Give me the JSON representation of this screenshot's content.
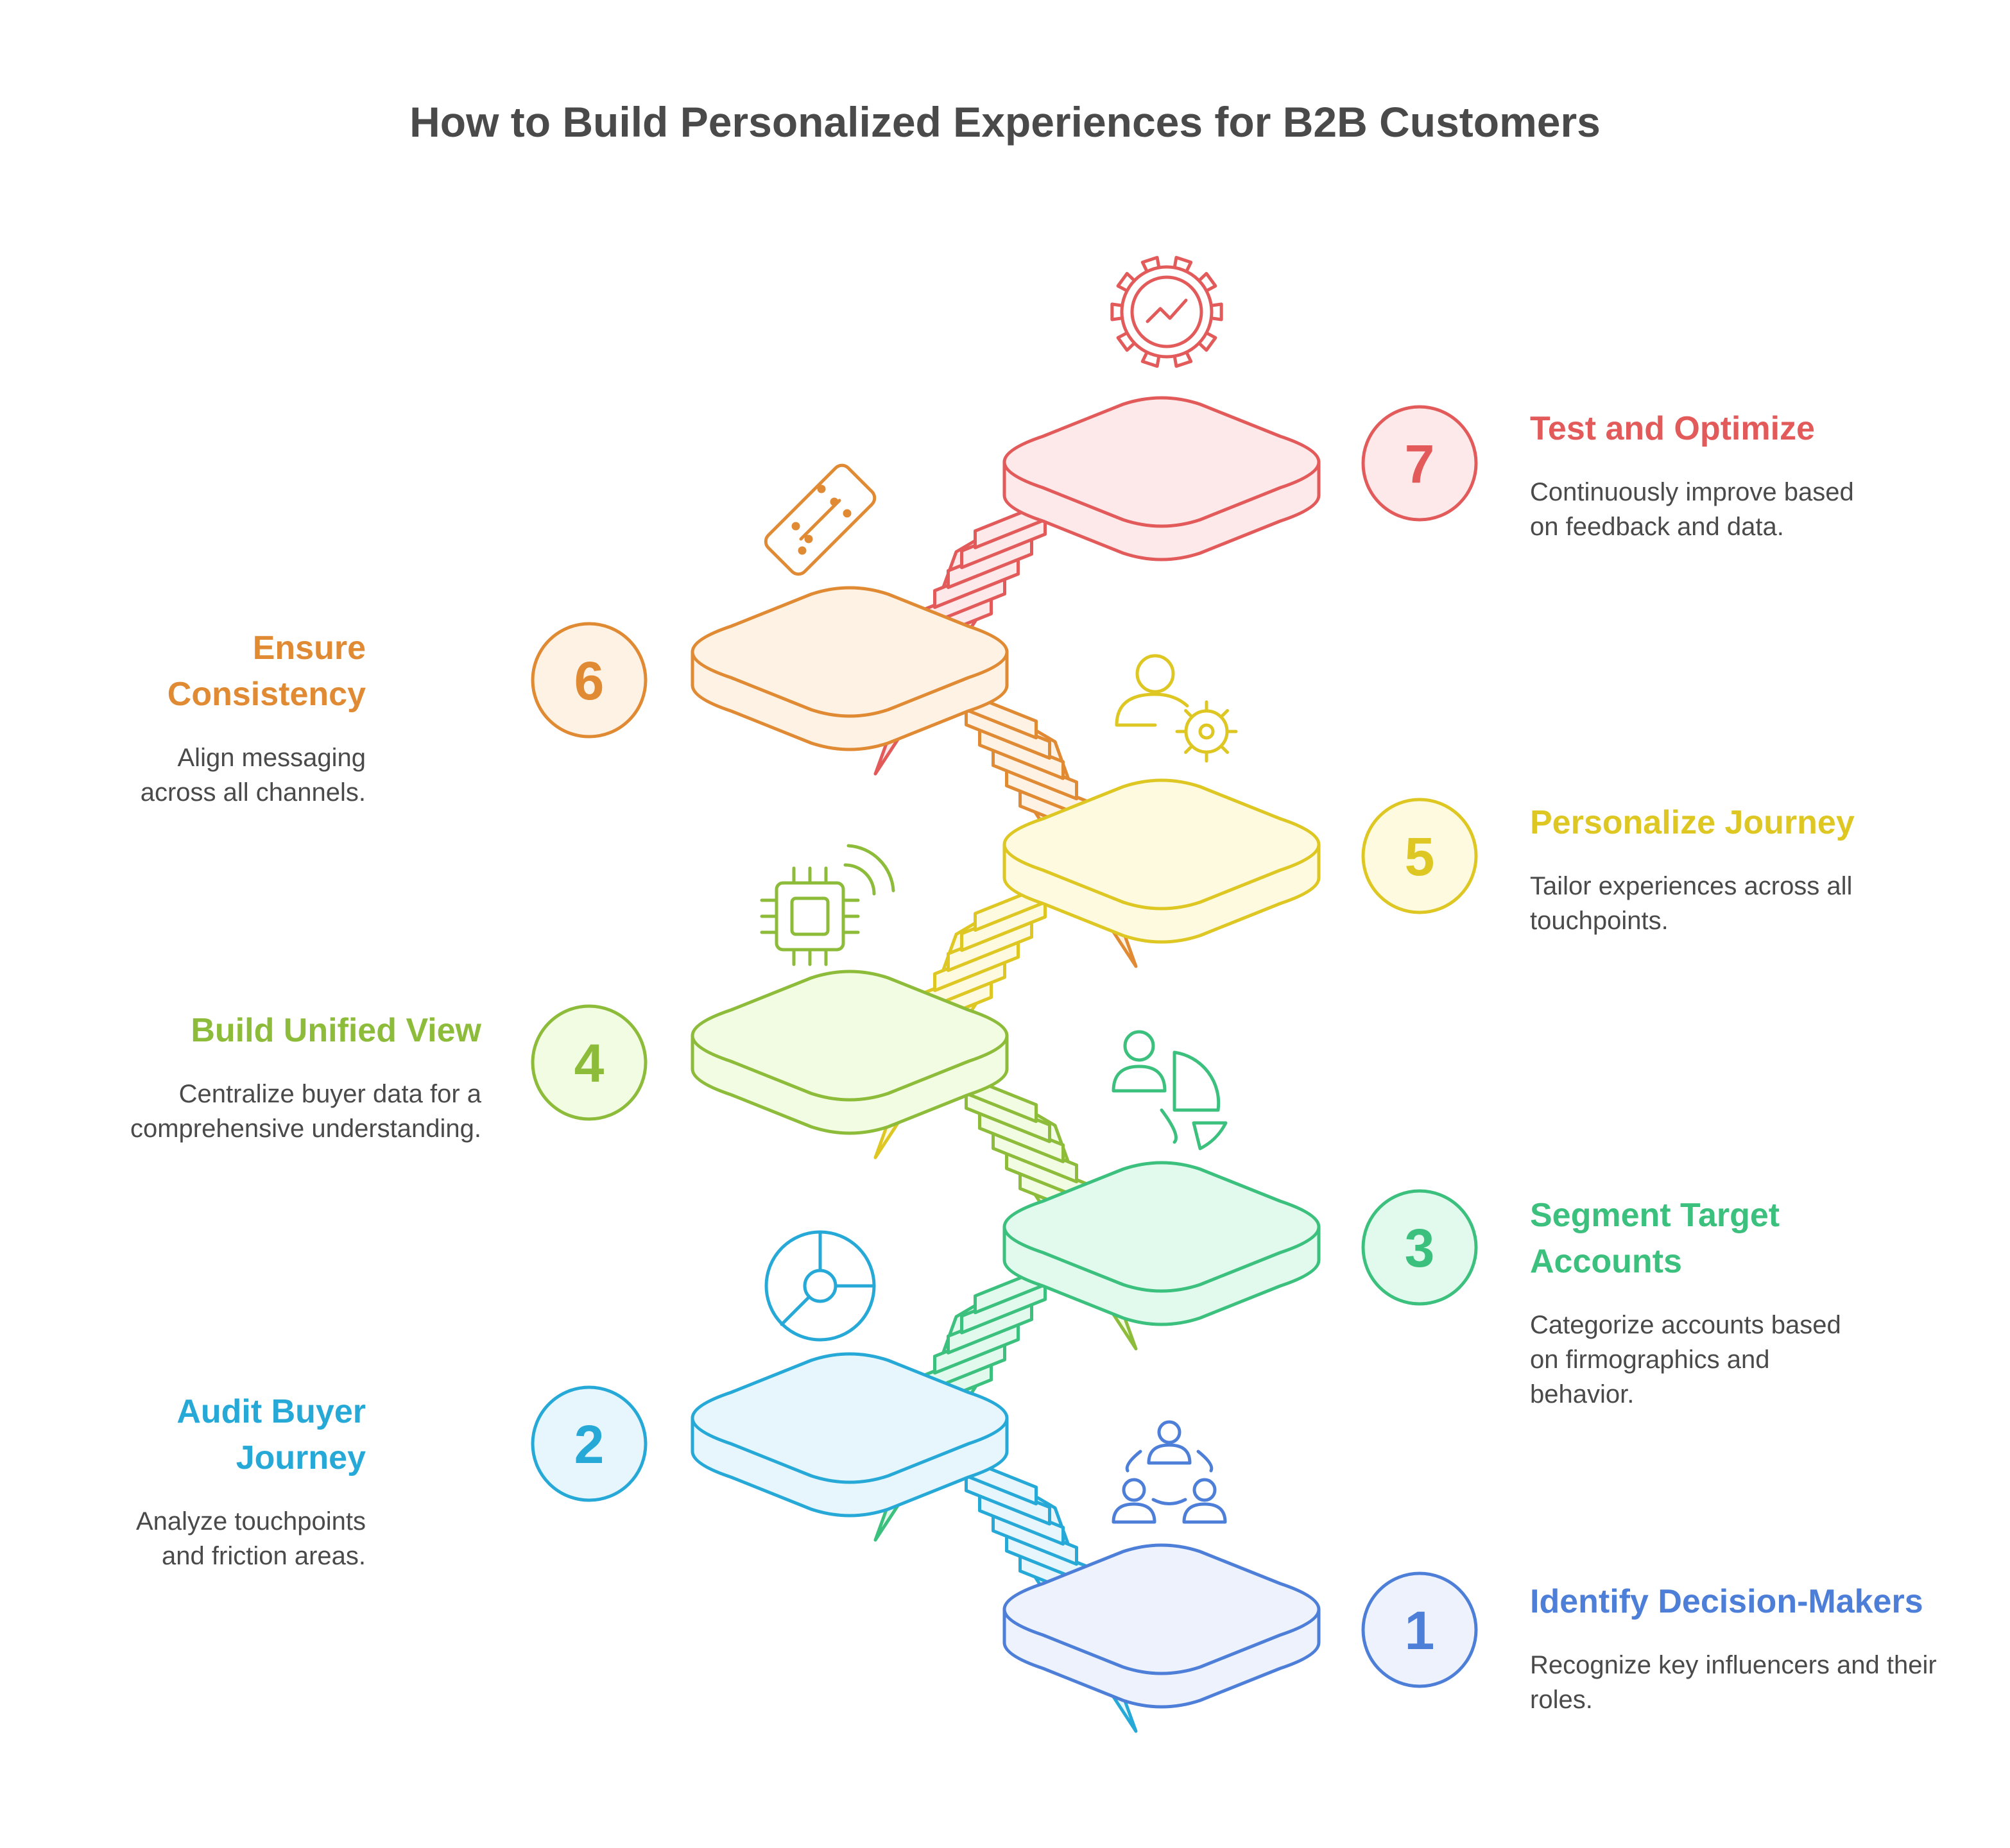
{
  "title": "How to Build Personalized Experiences for B2B Customers",
  "steps": [
    {
      "number": "1",
      "title": "Identify Decision-Makers",
      "description": "Recognize key influencers and their roles.",
      "color": "#4E7FD8",
      "fill": "#EDF2FC",
      "icon": "people-network-icon"
    },
    {
      "number": "2",
      "title": "Audit Buyer Journey",
      "description": "Analyze touchpoints and friction areas.",
      "color": "#27A9D8",
      "fill": "#E6F6FC",
      "icon": "pie-chart-icon"
    },
    {
      "number": "3",
      "title": "Segment Target Accounts",
      "description": "Categorize accounts based on firmographics and behavior.",
      "color": "#3CC07D",
      "fill": "#E2FAEE",
      "icon": "person-segment-icon"
    },
    {
      "number": "4",
      "title": "Build Unified View",
      "description": "Centralize buyer data for a comprehensive understanding.",
      "color": "#8DBB3A",
      "fill": "#F2FCE2",
      "icon": "chip-signal-icon"
    },
    {
      "number": "5",
      "title": "Personalize Journey",
      "description": "Tailor experiences across all touchpoints.",
      "color": "#DEC722",
      "fill": "#FDFAE0",
      "icon": "user-gear-icon"
    },
    {
      "number": "6",
      "title": "Ensure Consistency",
      "description": "Align messaging across all channels.",
      "color": "#E08A33",
      "fill": "#FEF2E4",
      "icon": "domino-icon"
    },
    {
      "number": "7",
      "title": "Test and Optimize",
      "description": "Continuously improve based on feedback and data.",
      "color": "#E25A5A",
      "fill": "#FDE9E9",
      "icon": "gear-chart-icon"
    }
  ]
}
